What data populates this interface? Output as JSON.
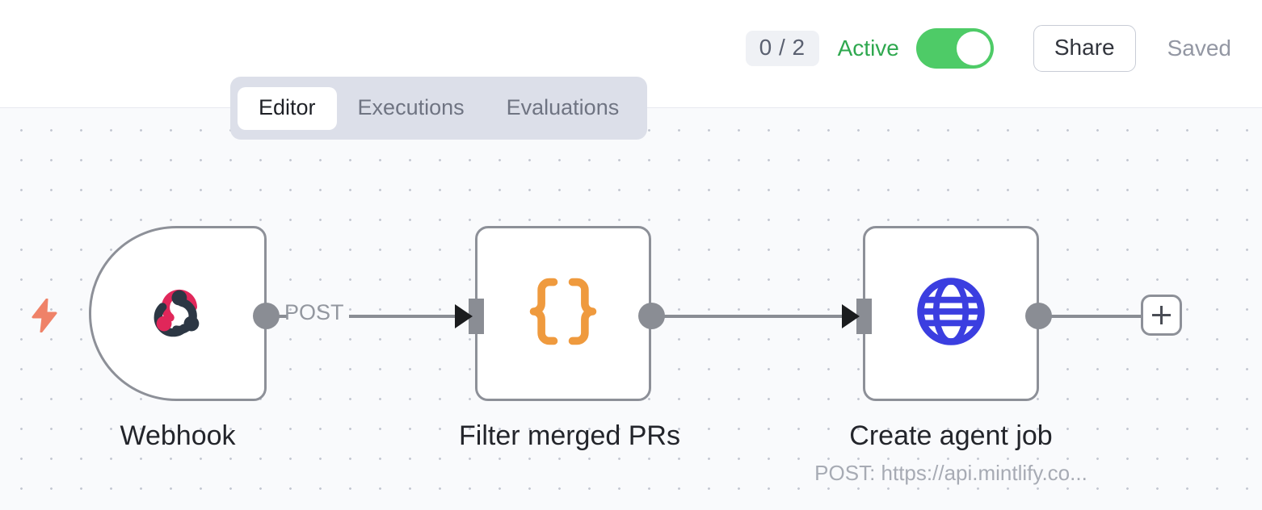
{
  "header": {
    "execution_count": "0 / 2",
    "active_label": "Active",
    "toggle_state_on": true,
    "share_label": "Share",
    "saved_label": "Saved",
    "active_color": "#2fa84f",
    "toggle_color": "#4ecb67"
  },
  "tabs": [
    {
      "label": "Editor",
      "active": true
    },
    {
      "label": "Executions",
      "active": false
    },
    {
      "label": "Evaluations",
      "active": false
    }
  ],
  "canvas": {
    "background_color": "#f9fafc",
    "dot_color": "#c4c8d2",
    "trigger_marker_icon": "lightning-bolt-icon",
    "trigger_marker_color": "#ef8268"
  },
  "nodes": [
    {
      "id": "webhook",
      "label": "Webhook",
      "sublabel": "",
      "icon": "webhook-icon",
      "icon_colors": [
        "#e0275a",
        "#2c3744"
      ],
      "shape": "trigger"
    },
    {
      "id": "filter-merged-prs",
      "label": "Filter merged PRs",
      "sublabel": "",
      "icon": "curly-braces-icon",
      "icon_colors": [
        "#ef9a3e"
      ],
      "shape": "square"
    },
    {
      "id": "create-agent-job",
      "label": "Create agent job",
      "sublabel": "POST: https://api.mintlify.co...",
      "icon": "globe-icon",
      "icon_colors": [
        "#3b3ee0"
      ],
      "shape": "square"
    }
  ],
  "connections": [
    {
      "from": "webhook",
      "to": "filter-merged-prs",
      "label": "POST"
    },
    {
      "from": "filter-merged-prs",
      "to": "create-agent-job",
      "label": ""
    }
  ],
  "add_node_button": {
    "icon": "plus-icon"
  }
}
